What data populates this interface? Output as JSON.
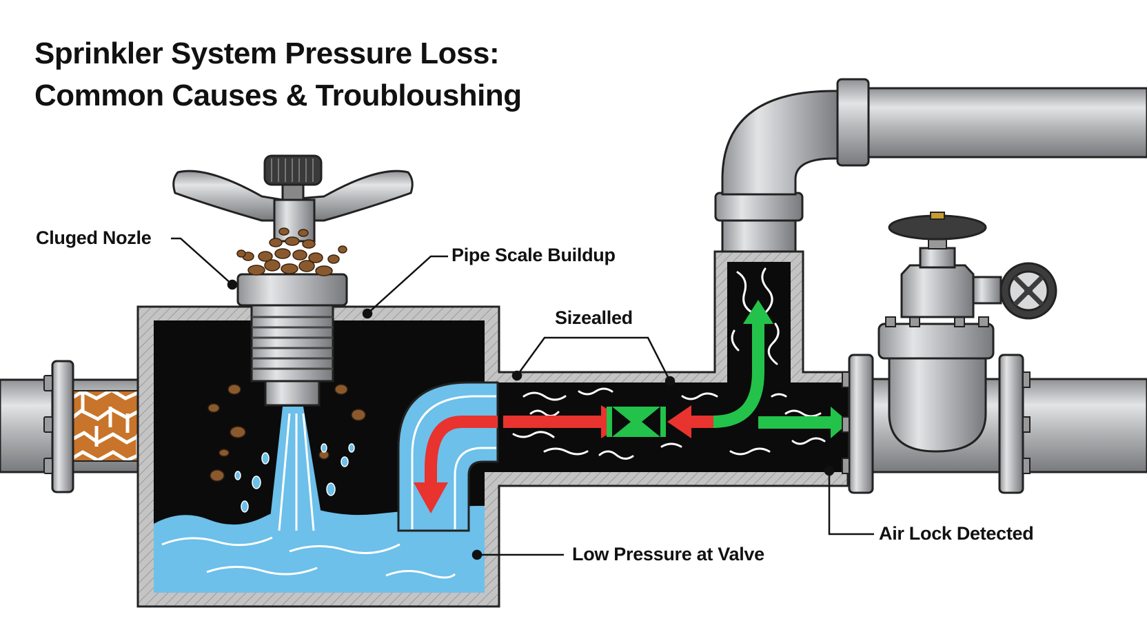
{
  "title": {
    "line1": "Sprinkler System Pressure Loss:",
    "line2": "Common Causes & Troubloushing"
  },
  "callouts": {
    "clogged_nozzle": "Cluged Nozle",
    "pipe_scale": "Pipe Scale Buildup",
    "sizealled": "Sizealled",
    "air_lock": "Air Lock Detected",
    "low_pressure": "Low Pressure at Valve"
  },
  "colors": {
    "pipe_gray": "#a9abad",
    "pipe_highlight": "#dcdddf",
    "wall_gray": "#bcbcbc",
    "interior_black": "#0b0b0b",
    "water_blue": "#6cc0ea",
    "flow_red": "#e8332f",
    "flow_green": "#23c24a",
    "debris_brown": "#8a5a2e",
    "scale_orange": "#c8742a"
  }
}
